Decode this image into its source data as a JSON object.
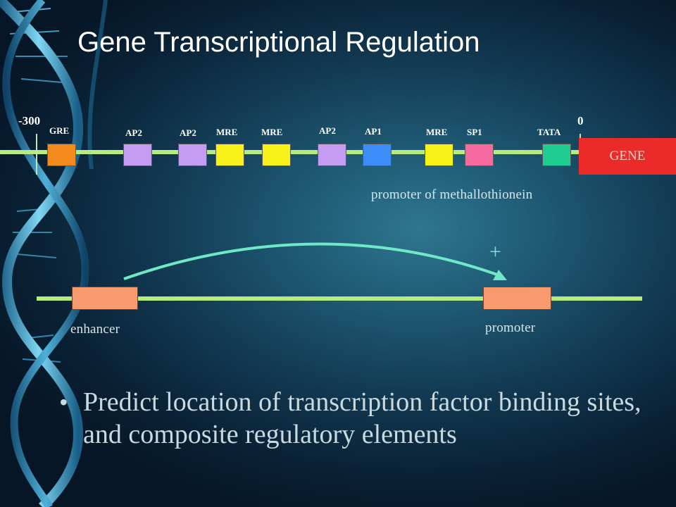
{
  "title": "Gene Transcriptional Regulation",
  "promoter_map": {
    "start_position": "-300",
    "end_position": "0",
    "sites": [
      {
        "label": "GRE",
        "color": "#f28a1c"
      },
      {
        "label": "AP2",
        "color": "#c49cf2"
      },
      {
        "label": "AP2",
        "color": "#c49cf2"
      },
      {
        "label": "MRE",
        "color": "#f7f11a"
      },
      {
        "label": "MRE",
        "color": "#f7f11a"
      },
      {
        "label": "AP2",
        "color": "#c49cf2"
      },
      {
        "label": "AP1",
        "color": "#3d8cf7"
      },
      {
        "label": "MRE",
        "color": "#f7f11a"
      },
      {
        "label": "SP1",
        "color": "#f56a9f"
      },
      {
        "label": "TATA",
        "color": "#1fcc91"
      }
    ],
    "gene_label": "GENE",
    "gene_color": "#ea2b29",
    "caption": "promoter of methallothionein"
  },
  "enhancer_diagram": {
    "enhancer_label": "enhancer",
    "promoter_label": "promoter",
    "effect_symbol": "+",
    "element_color": "#f79a6e",
    "arrow_color": "#6fe8c8"
  },
  "bullets": [
    "Predict location of transcription factor binding sites, and composite regulatory elements"
  ]
}
